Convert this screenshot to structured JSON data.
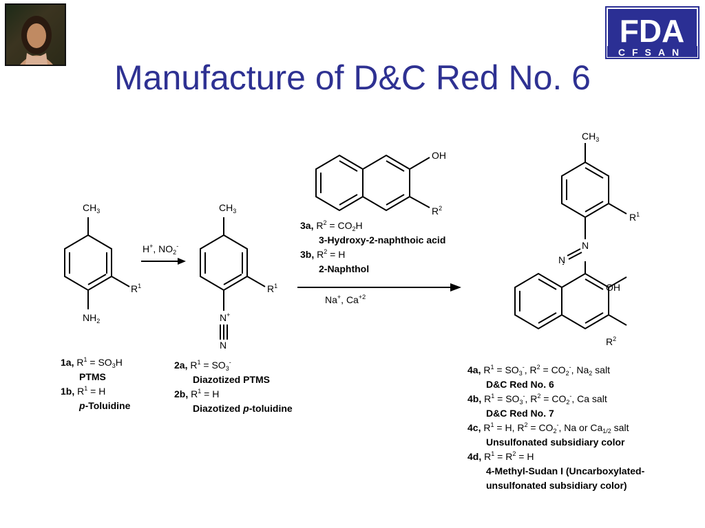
{
  "slide": {
    "title": "Manufacture of D&C Red No. 6"
  },
  "logo": {
    "main": "FDA",
    "sub": "CFSAN",
    "color": "#2b2f94"
  },
  "structures": {
    "toluidine": {
      "ch3": "CH",
      "ch3_sub": "3",
      "r": "R",
      "r_sup": "1",
      "nh2": "NH",
      "nh2_sub": "2"
    },
    "diazo": {
      "ch3": "CH",
      "ch3_sub": "3",
      "r": "R",
      "r_sup": "1",
      "n_plus": "N",
      "n_plus_sup": "+",
      "n": "N"
    },
    "naphthol": {
      "oh": "OH",
      "r": "R",
      "r_sup": "2"
    },
    "product": {
      "ch3": "CH",
      "ch3_sub": "3",
      "r1": "R",
      "r1_sup": "1",
      "n1": "N",
      "n2": "N",
      "oh": "OH",
      "r2": "R",
      "r2_sup": "2"
    },
    "arrow1": {
      "text": "H",
      "sup1": "+",
      "mid": ", NO",
      "sub": "2",
      "sup2": "-"
    },
    "arrow2": {
      "text": "Na",
      "sup1": "+",
      "mid": ", Ca",
      "sup2": "+2"
    }
  },
  "compounds_1": [
    {
      "id": "1a",
      "sep": ",",
      "r": "R",
      "r_sup": "1",
      "eq": " = SO",
      "sub": "3",
      "tail": "H",
      "name": "PTMS"
    },
    {
      "id": "1b",
      "sep": ",",
      "r": "R",
      "r_sup": "1",
      "eq": " = H",
      "name_italic": "p",
      "name_rest": "-Toluidine"
    }
  ],
  "compounds_2": [
    {
      "id": "2a",
      "sep": ",",
      "r": "R",
      "r_sup": "1",
      "eq": " = SO",
      "sub": "3",
      "sup": "-",
      "name": "Diazotized PTMS"
    },
    {
      "id": "2b",
      "sep": ",",
      "r": "R",
      "r_sup": "1",
      "eq": " = H",
      "name_pre": "Diazotized ",
      "name_italic": "p",
      "name_rest": "-toluidine"
    }
  ],
  "compounds_3": [
    {
      "id": "3a",
      "sep": ",",
      "r": "R",
      "r_sup": "2",
      "eq": " = CO",
      "sub": "2",
      "tail": "H",
      "name": "3-Hydroxy-2-naphthoic acid"
    },
    {
      "id": "3b",
      "sep": ",",
      "r": "R",
      "r_sup": "2",
      "eq": " = H",
      "name": "2-Naphthol"
    }
  ],
  "compounds_4": [
    {
      "id": "4a",
      "sep": ",",
      "text": "R",
      "name": "D&C Red No. 6"
    },
    {
      "id": "4b",
      "sep": ",",
      "text": "R",
      "name": "D&C Red No. 7"
    },
    {
      "id": "4c",
      "sep": ",",
      "text": "R",
      "name": "Unsulfonated subsidiary color"
    },
    {
      "id": "4d",
      "sep": ",",
      "text": "R",
      "name": "4-Methyl-Sudan I (Uncarboxylated-",
      "name2": "unsulfonated subsidiary color)"
    }
  ],
  "c4_parts": {
    "a": {
      "p1": " = SO",
      "s1": "3",
      "x1": "-",
      "p2": ",  R",
      "x2": "2",
      "p3": " = CO",
      "s3": "2",
      "x3": "-",
      "p4": ", Na",
      "s4": "2",
      "p5": " salt"
    },
    "b": {
      "p1": " = SO",
      "s1": "3",
      "x1": "-",
      "p2": ",  R",
      "x2": "2",
      "p3": " = CO",
      "s3": "2",
      "x3": "-",
      "p4": ", Ca salt"
    },
    "c": {
      "p1": " = H, R",
      "x2": "2",
      "p3": " = CO",
      "s3": "2",
      "x3": "-",
      "p4": ", Na or Ca",
      "s4": "1/2",
      "p5": " salt"
    },
    "d": {
      "p1": " = R",
      "x2": "2",
      "p3": " = H"
    }
  },
  "r1_sup": "1"
}
